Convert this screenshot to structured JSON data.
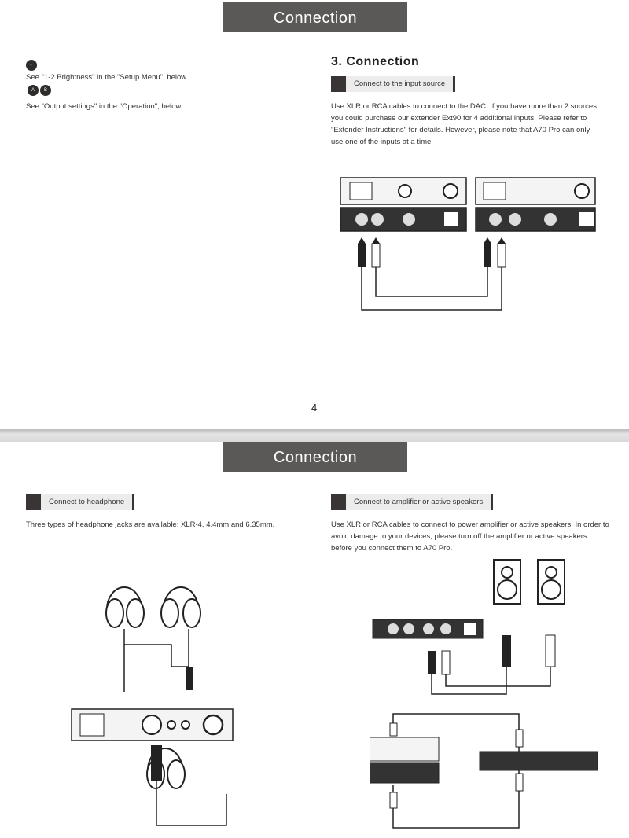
{
  "page_top": {
    "header": "Connection",
    "brightness_icon": "brightness-icon",
    "brightness_note": "See \"1-2 Brightness\" in the \"Setup Menu\", below.",
    "ab_buttons": [
      "A",
      "B"
    ],
    "output_note": "See \"Output settings\" in the \"Operation\", below.",
    "section_title_num": "3",
    "section_title": "Connection",
    "input_label": "Connect to the input source",
    "input_text": "Use XLR or RCA cables to connect to the DAC. If you have more than 2 sources, you could purchase our extender Ext90 for 4 additional inputs. Please refer to \"Extender Instructions\" for details. However, please note that A70 Pro can only use one of the inputs at a time.",
    "page_number": "4"
  },
  "page_bottom": {
    "header": "Connection",
    "headphone_label": "Connect to headphone",
    "headphone_text": "Three types of headphone jacks are available: XLR-4, 4.4mm and 6.35mm.",
    "amp_label": "Connect to amplifier or active speakers",
    "amp_text": "Use XLR or RCA cables to connect to power amplifier or active speakers. In order to avoid damage to your devices, please turn off the amplifier or active speakers before you connect them to A70 Pro."
  },
  "colors": {
    "header_bg": "#5b5958",
    "label_dark": "#3a3535",
    "label_bg": "#ececec"
  }
}
